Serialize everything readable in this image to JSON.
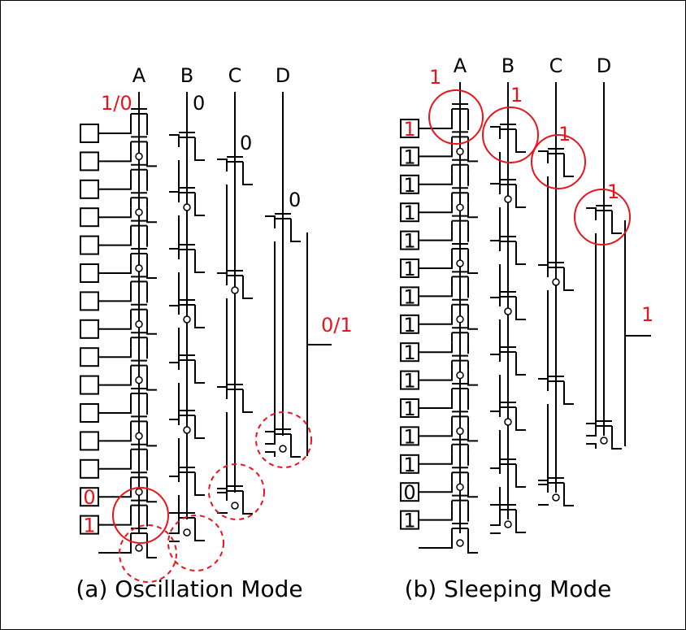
{
  "diagram": {
    "left": {
      "caption": "(a) Oscillation Mode",
      "columns": [
        "A",
        "B",
        "C",
        "D"
      ],
      "select_values": {
        "A": "1/0",
        "B": "0",
        "C": "0",
        "D": "0"
      },
      "output_value": "0/1",
      "cells": [
        "",
        "",
        "",
        "",
        "",
        "",
        "",
        "",
        "",
        "",
        "",
        "",
        "",
        "0",
        "1"
      ]
    },
    "right": {
      "caption": "(b) Sleeping Mode",
      "columns": [
        "A",
        "B",
        "C",
        "D"
      ],
      "select_values": {
        "A": "1",
        "B": "1",
        "C": "1",
        "D": "1"
      },
      "output_value": "1",
      "cells": [
        "1",
        "1",
        "1",
        "1",
        "1",
        "1",
        "1",
        "1",
        "1",
        "1",
        "1",
        "1",
        "1",
        "0",
        "1"
      ]
    },
    "colors": {
      "highlight": "#e8141b",
      "line": "#000000"
    }
  }
}
